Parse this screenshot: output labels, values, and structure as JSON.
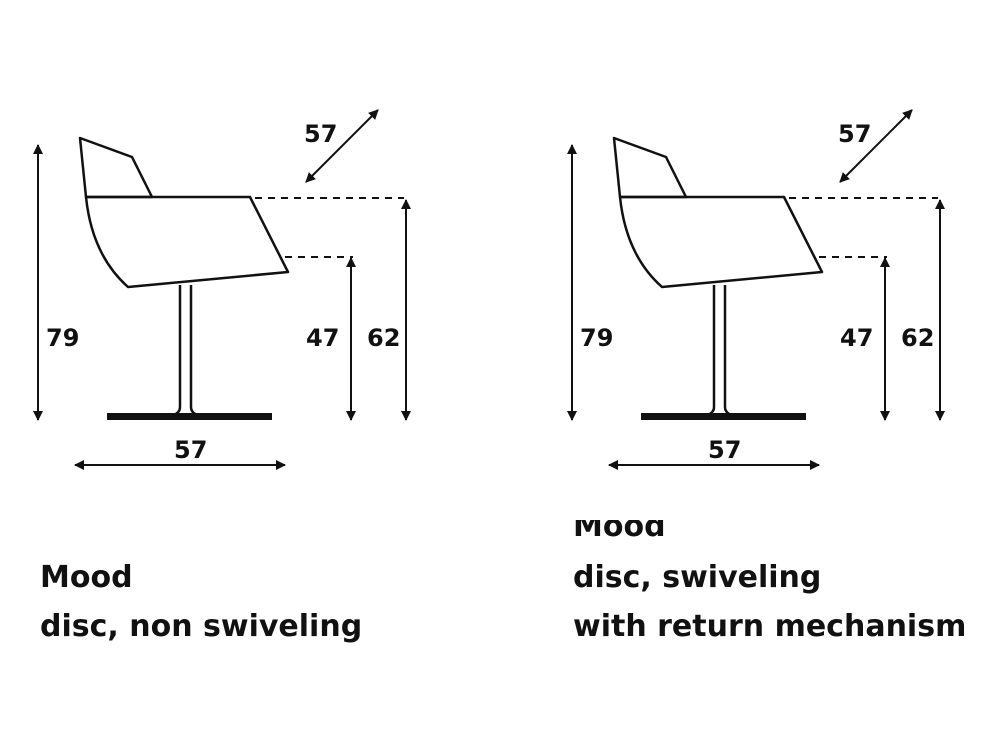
{
  "colors": {
    "line": "#111111",
    "background": "#ffffff"
  },
  "drawings": [
    {
      "dims": {
        "depth": "57",
        "width": "57",
        "height": "79",
        "seat_height": "47",
        "arm_height": "62"
      },
      "caption": {
        "name": "Mood",
        "line1": "disc, non swiveling"
      }
    },
    {
      "dims": {
        "depth": "57",
        "width": "57",
        "height": "79",
        "seat_height": "47",
        "arm_height": "62"
      },
      "caption": {
        "name": "Mood",
        "line1": "disc, swiveling",
        "line2": "with return mechanism"
      }
    }
  ]
}
